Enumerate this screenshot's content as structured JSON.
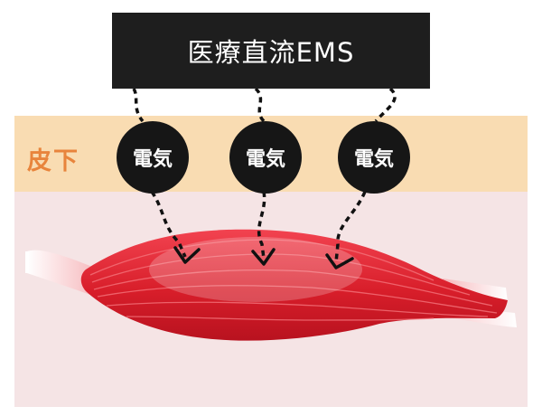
{
  "device": {
    "label": "医療直流EMS"
  },
  "layers": {
    "subcutaneous_label": "皮下"
  },
  "electrodes": [
    {
      "label": "電気"
    },
    {
      "label": "電気"
    },
    {
      "label": "電気"
    }
  ],
  "colors": {
    "device_box": "#1e1e1e",
    "electrode": "#161616",
    "subcutaneous_band": "#f9dcb2",
    "tissue_background": "#f5e4e5",
    "muscle": "#d91f2c",
    "label_orange": "#e8843c"
  }
}
